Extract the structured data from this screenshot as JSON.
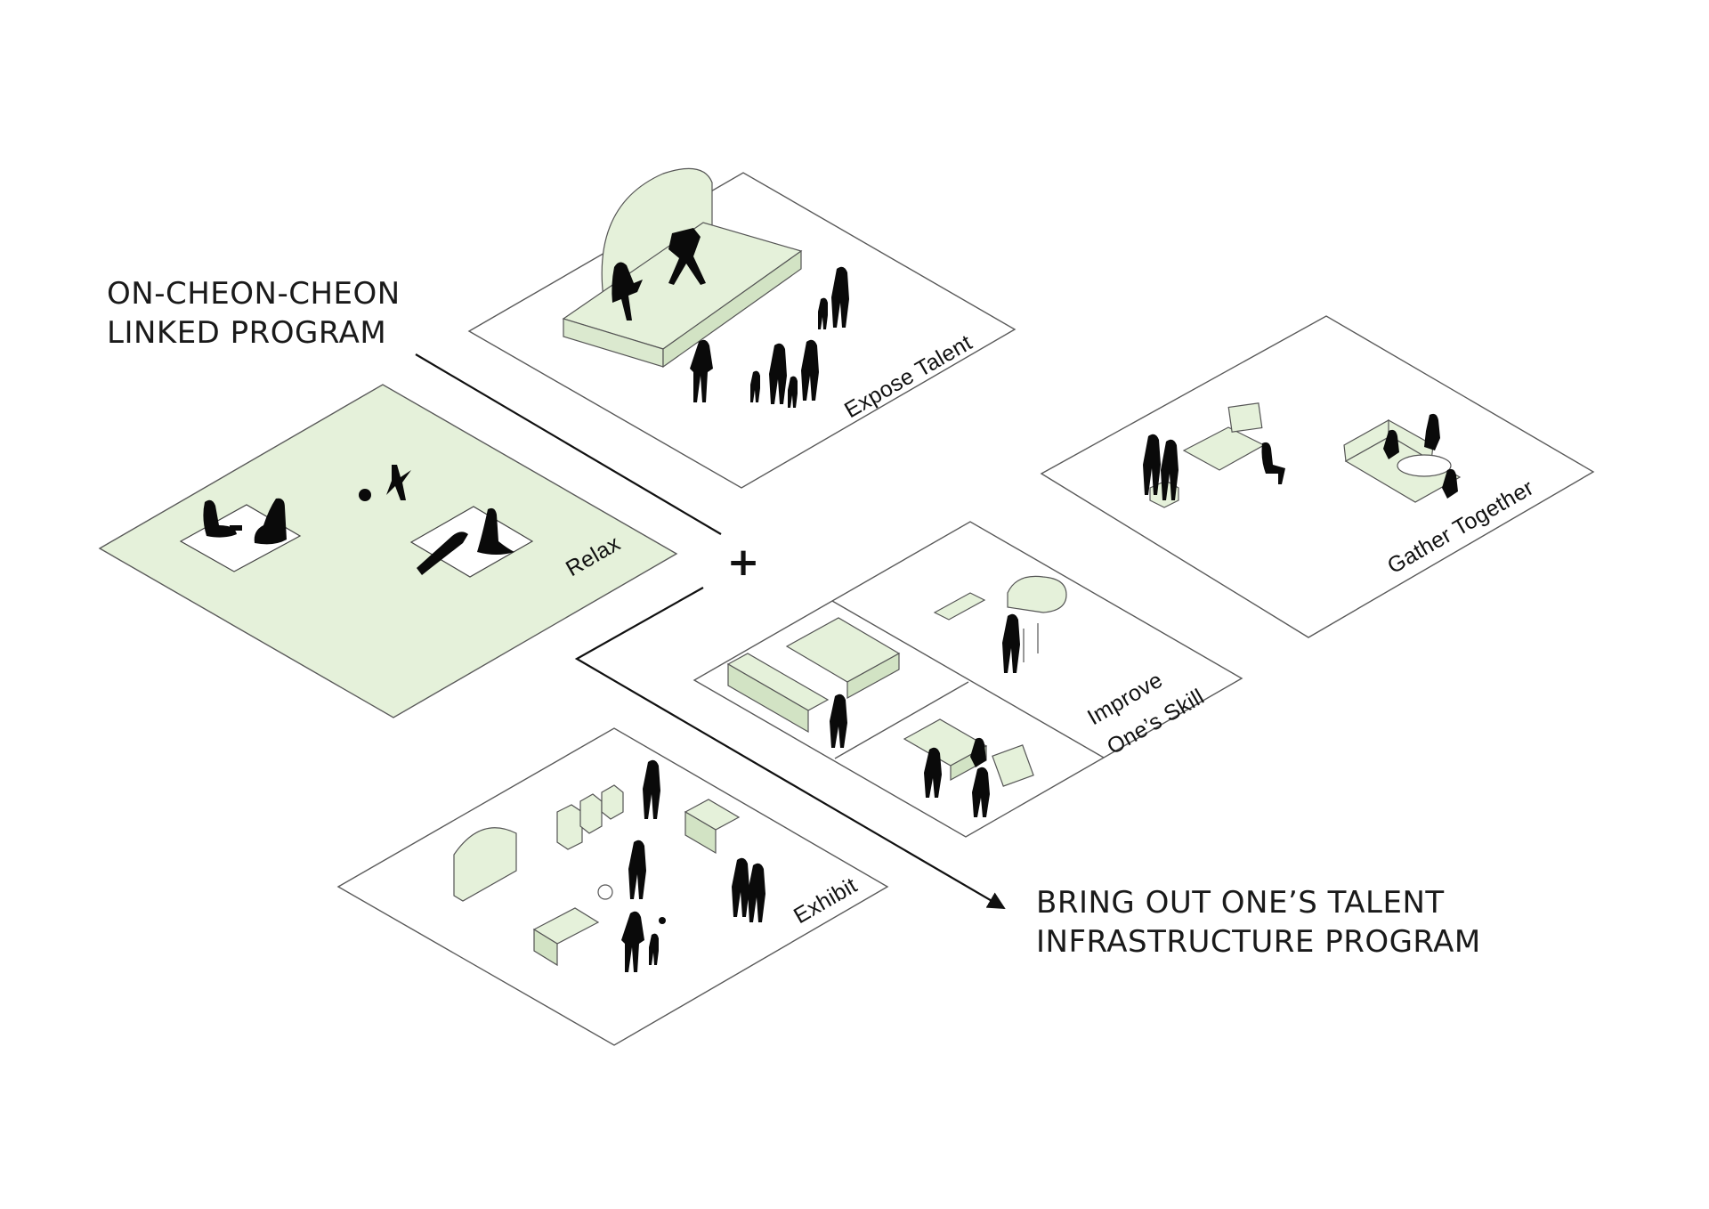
{
  "headings": {
    "linked": [
      "ON-CHEON-CHEON",
      "LINKED PROGRAM"
    ],
    "infrastructure": [
      "BRING OUT ONE’S TALENT",
      "INFRASTRUCTURE PROGRAM"
    ]
  },
  "operator": "+",
  "plates": {
    "relax": {
      "label": "Relax",
      "fill": "#e5f1da"
    },
    "expose_talent": {
      "label": "Expose Talent",
      "fill": "#ffffff"
    },
    "gather_together": {
      "label": "Gather Together",
      "fill": "#ffffff"
    },
    "improve_skill": {
      "label_lines": [
        "Improve",
        "One’s Skill"
      ],
      "fill": "#ffffff"
    },
    "exhibit": {
      "label": "Exhibit",
      "fill": "#ffffff"
    }
  },
  "colors": {
    "accent_green": "#e5f1da",
    "line": "#111111",
    "plate_edge": "#5a5a5a"
  }
}
